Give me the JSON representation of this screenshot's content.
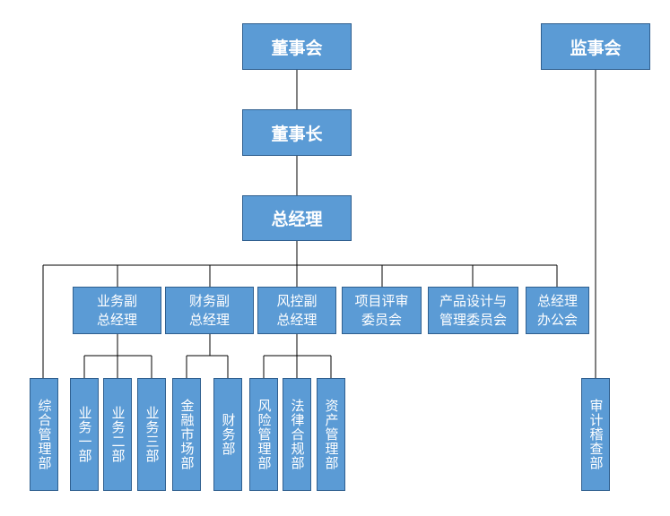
{
  "board": "董事会",
  "supervisory_board": "监事会",
  "chairman": "董事长",
  "general_manager": "总经理",
  "vp_business": {
    "line1": "业务副",
    "line2": "总经理"
  },
  "vp_finance": {
    "line1": "财务副",
    "line2": "总经理"
  },
  "vp_risk": {
    "line1": "风控副",
    "line2": "总经理"
  },
  "project_review_committee": {
    "line1": "项目评审",
    "line2": "委员会"
  },
  "product_committee": {
    "line1": "产品设计与",
    "line2": "管理委员会"
  },
  "gm_office": {
    "line1": "总经理",
    "line2": "办公会"
  },
  "departments": {
    "general_mgmt": "综合管理部",
    "business_1": "业务一部",
    "business_2": "业务二部",
    "business_3": "业务三部",
    "financial_market": "金融市场部",
    "finance": "财务部",
    "risk_mgmt": "风险管理部",
    "legal_compliance": "法律合规部",
    "asset_mgmt": "资产管理部",
    "audit": "审计稽查部"
  }
}
